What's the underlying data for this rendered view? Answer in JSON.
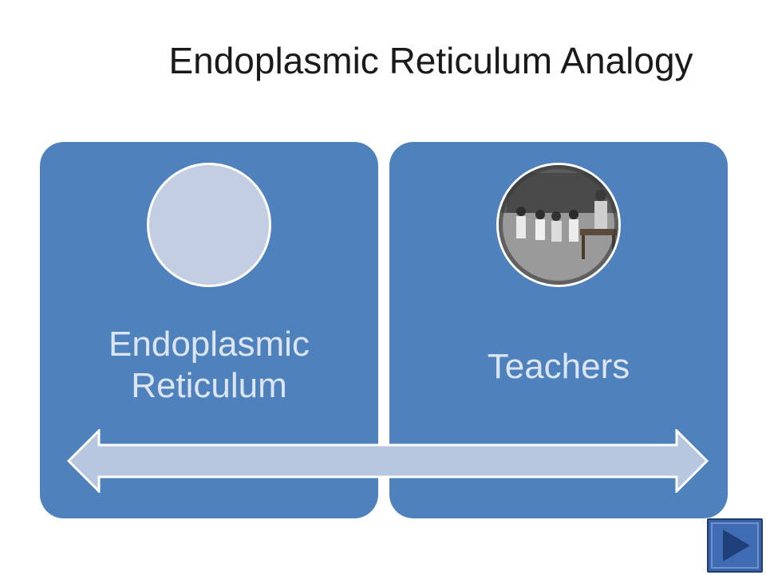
{
  "slide": {
    "title": "Endoplasmic Reticulum Analogy"
  },
  "cards": [
    {
      "label": "Endoplasmic Reticulum"
    },
    {
      "label": "Teachers"
    }
  ],
  "colors": {
    "card_fill": "#4f81bd",
    "card_text": "#dce6f2",
    "arrow_fill": "#b8c7e0",
    "nav_button": "#3a64a8"
  },
  "icons": {
    "nav": "play-triangle-icon"
  }
}
